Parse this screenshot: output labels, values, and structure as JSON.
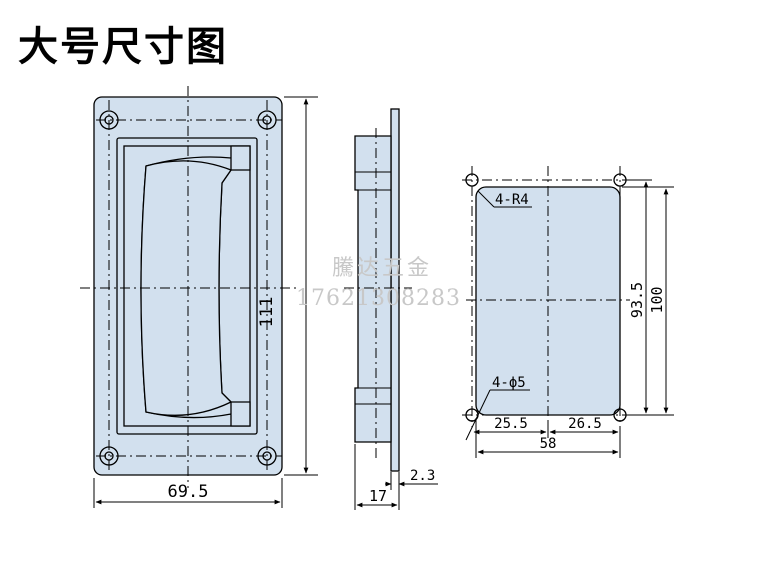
{
  "title": "大号尺寸图",
  "watermark": {
    "name": "騰达五金",
    "phone": "17621308283"
  },
  "dimensions": {
    "front_width": "69.5",
    "front_height": "111",
    "side_depth": "17",
    "side_plate": "2.3",
    "cutout_corner_radius": "4-R4",
    "cutout_holes": "4-ϕ5",
    "cutout_left_half": "25.5",
    "cutout_right_half": "26.5",
    "cutout_width": "58",
    "cutout_hole_spacing": "93.5",
    "cutout_height": "100"
  },
  "colors": {
    "fill": "#d2e0ee",
    "line": "#000000"
  }
}
